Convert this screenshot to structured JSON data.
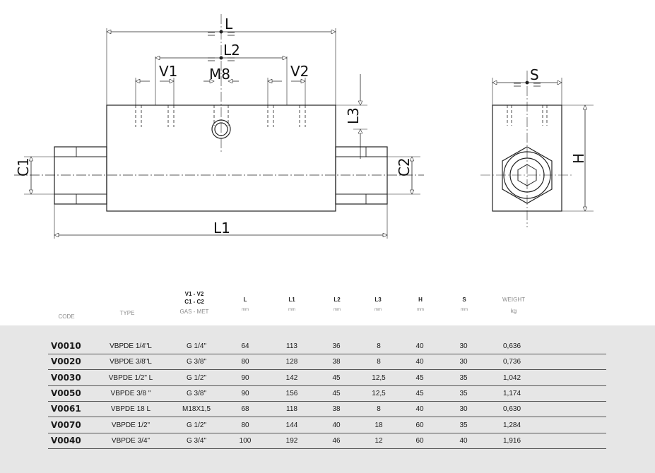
{
  "drawing": {
    "labels": {
      "L": "L",
      "L2": "L2",
      "V1": "V1",
      "M8": "M8",
      "V2": "V2",
      "L3": "L3",
      "C1": "C1",
      "C2": "C2",
      "L1": "L1",
      "S": "S",
      "H": "H"
    }
  },
  "table": {
    "headers": [
      {
        "lines": [
          "CODE"
        ],
        "unit": ""
      },
      {
        "lines": [
          "TYPE"
        ],
        "unit": ""
      },
      {
        "lines": [
          "V1 - V2",
          "C1 - C2"
        ],
        "sub": "GAS - MET",
        "unit": ""
      },
      {
        "lines": [
          "L"
        ],
        "unit": "mm"
      },
      {
        "lines": [
          "L1"
        ],
        "unit": "mm"
      },
      {
        "lines": [
          "L2"
        ],
        "unit": "mm"
      },
      {
        "lines": [
          "L3"
        ],
        "unit": "mm"
      },
      {
        "lines": [
          "H"
        ],
        "unit": "mm"
      },
      {
        "lines": [
          "S"
        ],
        "unit": "mm"
      },
      {
        "lines": [
          "WEIGHT"
        ],
        "unit": "kg"
      }
    ],
    "rows": [
      {
        "code": "V0010",
        "type": "VBPDE 1/4\"L",
        "thread": "G 1/4\"",
        "L": "64",
        "L1": "113",
        "L2": "36",
        "L3": "8",
        "H": "40",
        "S": "30",
        "weight": "0,636"
      },
      {
        "code": "V0020",
        "type": "VBPDE 3/8\"L",
        "thread": "G 3/8\"",
        "L": "80",
        "L1": "128",
        "L2": "38",
        "L3": "8",
        "H": "40",
        "S": "30",
        "weight": "0,736"
      },
      {
        "code": "V0030",
        "type": "VBPDE 1/2\" L",
        "thread": "G 1/2\"",
        "L": "90",
        "L1": "142",
        "L2": "45",
        "L3": "12,5",
        "H": "45",
        "S": "35",
        "weight": "1,042"
      },
      {
        "code": "V0050",
        "type": "VBPDE 3/8 \"",
        "thread": "G 3/8\"",
        "L": "90",
        "L1": "156",
        "L2": "45",
        "L3": "12,5",
        "H": "45",
        "S": "35",
        "weight": "1,174"
      },
      {
        "code": "V0061",
        "type": "VBPDE 18 L",
        "thread": "M18X1,5",
        "L": "68",
        "L1": "118",
        "L2": "38",
        "L3": "8",
        "H": "40",
        "S": "30",
        "weight": "0,630"
      },
      {
        "code": "V0070",
        "type": "VBPDE 1/2\"",
        "thread": "G 1/2\"",
        "L": "80",
        "L1": "144",
        "L2": "40",
        "L3": "18",
        "H": "60",
        "S": "35",
        "weight": "1,284"
      },
      {
        "code": "V0040",
        "type": "VBPDE 3/4\"",
        "thread": "G 3/4\"",
        "L": "100",
        "L1": "192",
        "L2": "46",
        "L3": "12",
        "H": "60",
        "S": "40",
        "weight": "1,916"
      }
    ]
  }
}
